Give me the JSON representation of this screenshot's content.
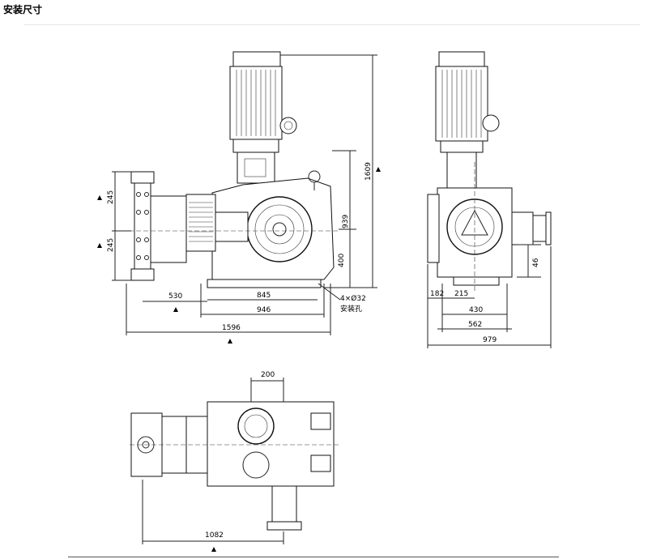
{
  "title": "安装尺寸",
  "dimensions": {
    "front": {
      "d245_upper": "245",
      "d245_lower": "245",
      "d530": "530",
      "d845": "845",
      "d946": "946",
      "d1596": "1596",
      "d939": "939",
      "d400": "400",
      "d1609": "1609",
      "hole_spec": "4×Ø32",
      "hole_label": "安装孔"
    },
    "side": {
      "d182": "182",
      "d215": "215",
      "d430": "430",
      "d562": "562",
      "d979": "979",
      "d46": "46"
    },
    "top": {
      "d200": "200",
      "d1082": "1082"
    }
  }
}
